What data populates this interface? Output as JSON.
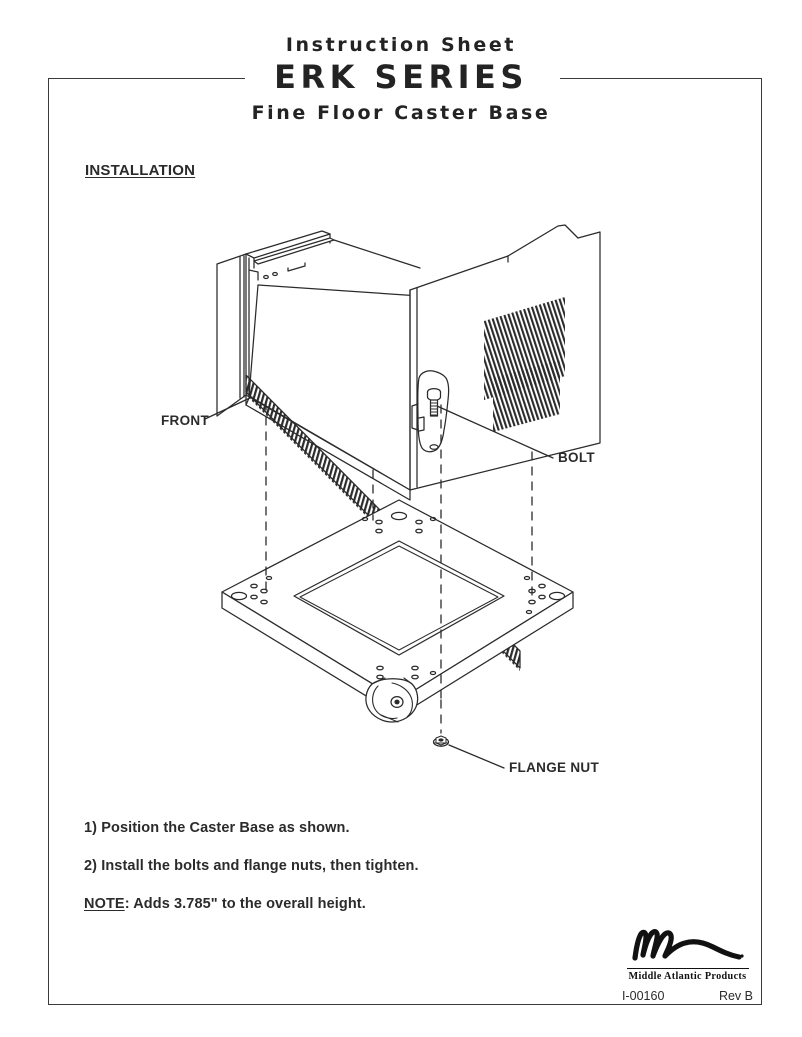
{
  "header": {
    "instruction_sheet": "Instruction Sheet",
    "series": "ERK SERIES",
    "subtitle": "Fine Floor Caster Base"
  },
  "section": {
    "installation_heading": "INSTALLATION"
  },
  "callouts": {
    "front": "FRONT",
    "bolt": "BOLT",
    "flange_nut": "FLANGE NUT"
  },
  "steps": [
    "1) Position the Caster Base as shown.",
    "2) Install the bolts and flange nuts, then tighten."
  ],
  "note": {
    "label": "NOTE",
    "text": ": Adds 3.785\" to the overall height."
  },
  "footer": {
    "company": "Middle Atlantic Products",
    "doc_number": "I-00160",
    "revision": "Rev B"
  },
  "colors": {
    "ink": "#1a1a1a",
    "line": "#2b2b2b",
    "frame": "#3a3a3a",
    "paper": "#ffffff"
  }
}
